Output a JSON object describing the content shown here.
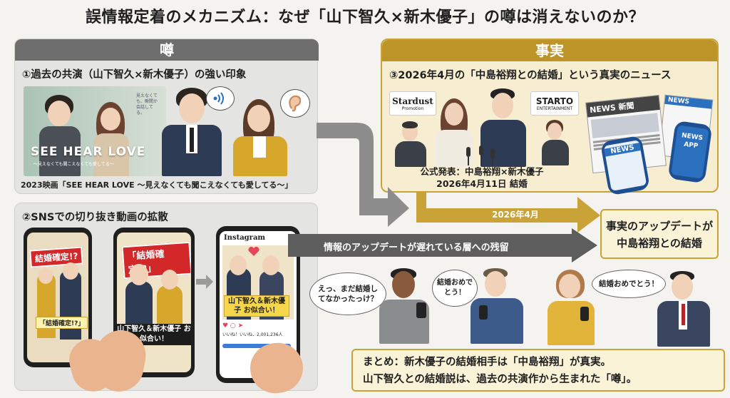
{
  "title": "誤情報定着のメカニズム：なぜ「山下智久×新木優子」の噂は消えないのか？",
  "rumor": {
    "header": "噂",
    "section1_title": "①過去の共演（山下智久×新木優子）の強い印象",
    "poster_title": "SEE HEAR LOVE",
    "poster_subtitle": "〜見えなくても聞こえなくても愛してる〜",
    "poster_vertical": "見えなくても、瞬間か会話してる。",
    "movie_caption": "2023映画「SEE HEAR LOVE 〜見えなくても聞こえなくても愛してる〜」",
    "section2_title": "②SNSでの切り抜き動画の拡散",
    "phone_tag1": "結婚確定!?",
    "phone_tag2": "「結婚確定!?」",
    "phone_tag3": "「結婚確定!?」",
    "phone_caption2": "山下智久＆新木優子 お似合い！",
    "phone_caption3": "山下智久＆新木優子 お似合い！",
    "instagram_label": "Instagram",
    "likes_text": "いいね！いいね、2,001,236人",
    "colors": {
      "rumor_header": "#6e6e6e",
      "tag_red": "#d2282a"
    }
  },
  "fact": {
    "header": "事実",
    "section3_title": "③2026年4月の「中島裕翔との結婚」という真実のニュース",
    "stardust": "Stardust",
    "stardust_sub": "Promotion",
    "starto": "STARTO",
    "starto_sub": "ENTERTAINMENT",
    "news_label": "NEWS",
    "news_paper_label": "NEWS 新聞",
    "news_app": "NEWS APP",
    "announcement_line1": "公式発表：中島裕翔×新木優子",
    "announcement_line2": "2026年4月11日 結婚",
    "colors": {
      "fact_header": "#bd9428",
      "fact_border": "#c9a338"
    }
  },
  "flow": {
    "timeline_label": "2026年4月",
    "lag_label": "情報のアップデートが遅れている層への残留",
    "fact_box_line1": "事実のアップデートが",
    "fact_box_line2": "中島裕翔との結婚"
  },
  "people": {
    "speech1": "えっ、まだ結婚してなかったっけ？",
    "speech2": "結婚おめでとう！",
    "speech3": "結婚おめでとう！"
  },
  "summary": {
    "line1": "まとめ：新木優子の結婚相手は「中島裕翔」が真実。",
    "line2": "山下智久との結婚説は、過去の共演作から生まれた「噂」。"
  }
}
